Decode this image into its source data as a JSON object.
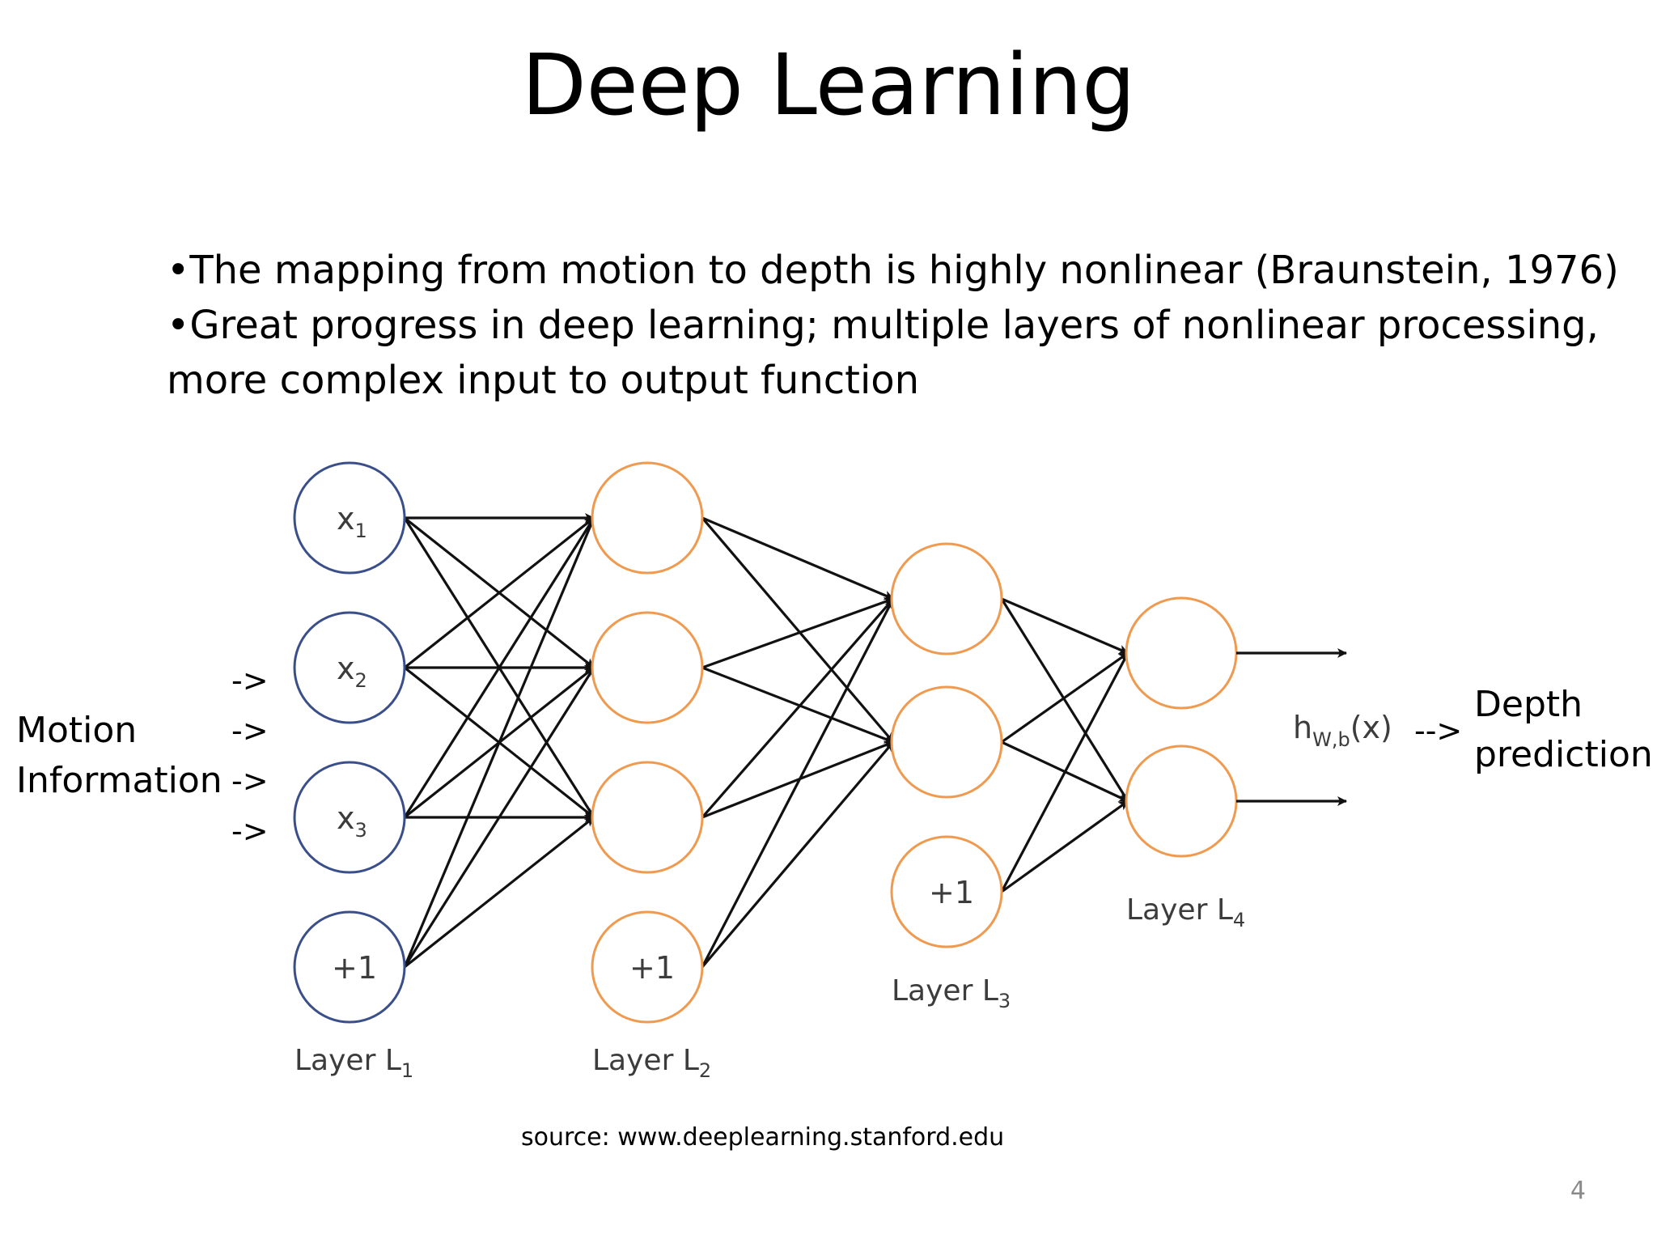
{
  "slide": {
    "title": "Deep Learning",
    "bullets": [
      "•The mapping from motion to depth is highly nonlinear (Braunstein, 1976)",
      "•Great progress in deep learning; multiple layers of nonlinear processing,",
      "more complex input to output function"
    ],
    "left_label": {
      "line1": "Motion",
      "line2": "Information"
    },
    "input_arrows": [
      "->",
      "->",
      "->",
      "->"
    ],
    "output_formula": {
      "h": "h",
      "sub": "W,b",
      "rest": "(x)"
    },
    "output_arrow": "-->",
    "right_label": {
      "line1": "Depth",
      "line2": "prediction"
    },
    "source": "source: www.deeplearning.stanford.edu",
    "slide_number": "4"
  },
  "network": {
    "colors": {
      "input": "#3a4f8a",
      "hidden": "#ef9a4f",
      "edge": "#111111"
    },
    "layers": [
      {
        "label": {
          "prefix": "Layer L",
          "sub": "1"
        },
        "nodes": [
          {
            "text": "x",
            "sub": "1"
          },
          {
            "text": "x",
            "sub": "2"
          },
          {
            "text": "x",
            "sub": "3"
          },
          {
            "text": "+1",
            "sub": ""
          }
        ]
      },
      {
        "label": {
          "prefix": "Layer L",
          "sub": "2"
        },
        "nodes": [
          {
            "text": "",
            "sub": ""
          },
          {
            "text": "",
            "sub": ""
          },
          {
            "text": "",
            "sub": ""
          },
          {
            "text": "+1",
            "sub": ""
          }
        ]
      },
      {
        "label": {
          "prefix": "Layer L",
          "sub": "3"
        },
        "nodes": [
          {
            "text": "",
            "sub": ""
          },
          {
            "text": "",
            "sub": ""
          },
          {
            "text": "+1",
            "sub": ""
          }
        ]
      },
      {
        "label": {
          "prefix": "Layer L",
          "sub": "4"
        },
        "nodes": [
          {
            "text": "",
            "sub": ""
          },
          {
            "text": "",
            "sub": ""
          }
        ]
      }
    ]
  }
}
